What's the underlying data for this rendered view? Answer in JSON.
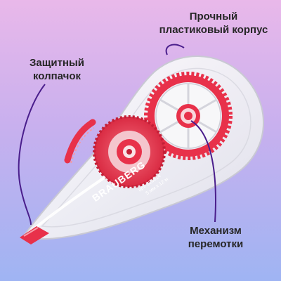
{
  "labels": {
    "body": [
      "Прочный",
      "пластиковый корпус"
    ],
    "cap": [
      "Защитный",
      "колпачок"
    ],
    "mechanism": [
      "Механизм",
      "перемотки"
    ]
  },
  "product": {
    "brand": "BRAUBERG",
    "code": "арт. 226814",
    "spec": "5 мм х 12 м"
  },
  "colors": {
    "accent": "#e8314a",
    "accent_light": "#f05a6c",
    "body": "#f4f4f6",
    "text": "#262626",
    "line": "#4a1e8c",
    "bg_top": "#e9b8ea",
    "bg_bottom": "#9fb4f3"
  }
}
